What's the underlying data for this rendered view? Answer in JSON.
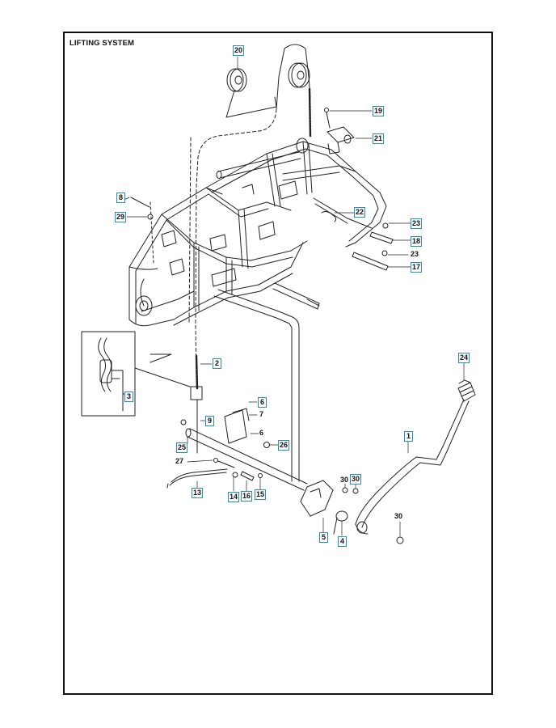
{
  "title": "LIFTING SYSTEM",
  "callouts": [
    {
      "id": "c20",
      "text": "20",
      "boxed": true
    },
    {
      "id": "c19",
      "text": "19",
      "boxed": true
    },
    {
      "id": "c21",
      "text": "21",
      "boxed": true
    },
    {
      "id": "c8",
      "text": "8",
      "boxed": true
    },
    {
      "id": "c29",
      "text": "29",
      "boxed": true
    },
    {
      "id": "c22",
      "text": "22",
      "boxed": true
    },
    {
      "id": "c23a",
      "text": "23",
      "boxed": true
    },
    {
      "id": "c18",
      "text": "18",
      "boxed": true
    },
    {
      "id": "c23b",
      "text": "23",
      "boxed": false
    },
    {
      "id": "c17",
      "text": "17",
      "boxed": true
    },
    {
      "id": "c2",
      "text": "2",
      "boxed": true
    },
    {
      "id": "c3",
      "text": "3",
      "boxed": true
    },
    {
      "id": "c24",
      "text": "24",
      "boxed": true
    },
    {
      "id": "c6a",
      "text": "6",
      "boxed": true
    },
    {
      "id": "c7",
      "text": "7",
      "boxed": false
    },
    {
      "id": "c9",
      "text": "9",
      "boxed": true
    },
    {
      "id": "c6b",
      "text": "6",
      "boxed": false
    },
    {
      "id": "c1",
      "text": "1",
      "boxed": true
    },
    {
      "id": "c25",
      "text": "25",
      "boxed": true
    },
    {
      "id": "c26",
      "text": "26",
      "boxed": true
    },
    {
      "id": "c27",
      "text": "27",
      "boxed": false
    },
    {
      "id": "c30a",
      "text": "30",
      "boxed": false
    },
    {
      "id": "c30b",
      "text": "30",
      "boxed": true
    },
    {
      "id": "c13",
      "text": "13",
      "boxed": true
    },
    {
      "id": "c14",
      "text": "14",
      "boxed": true
    },
    {
      "id": "c16",
      "text": "16",
      "boxed": true
    },
    {
      "id": "c15",
      "text": "15",
      "boxed": true
    },
    {
      "id": "c30c",
      "text": "30",
      "boxed": false
    },
    {
      "id": "c5",
      "text": "5",
      "boxed": true
    },
    {
      "id": "c4",
      "text": "4",
      "boxed": true
    }
  ]
}
